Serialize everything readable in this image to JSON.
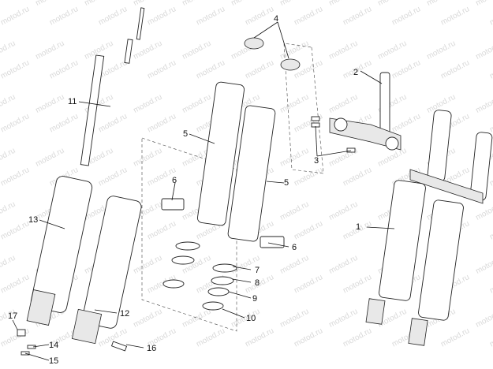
{
  "watermark": "motod.ru",
  "callouts": [
    "1",
    "2",
    "3",
    "4",
    "5",
    "5",
    "6",
    "6",
    "7",
    "8",
    "9",
    "10",
    "11",
    "12",
    "13",
    "14",
    "15",
    "16",
    "17"
  ]
}
